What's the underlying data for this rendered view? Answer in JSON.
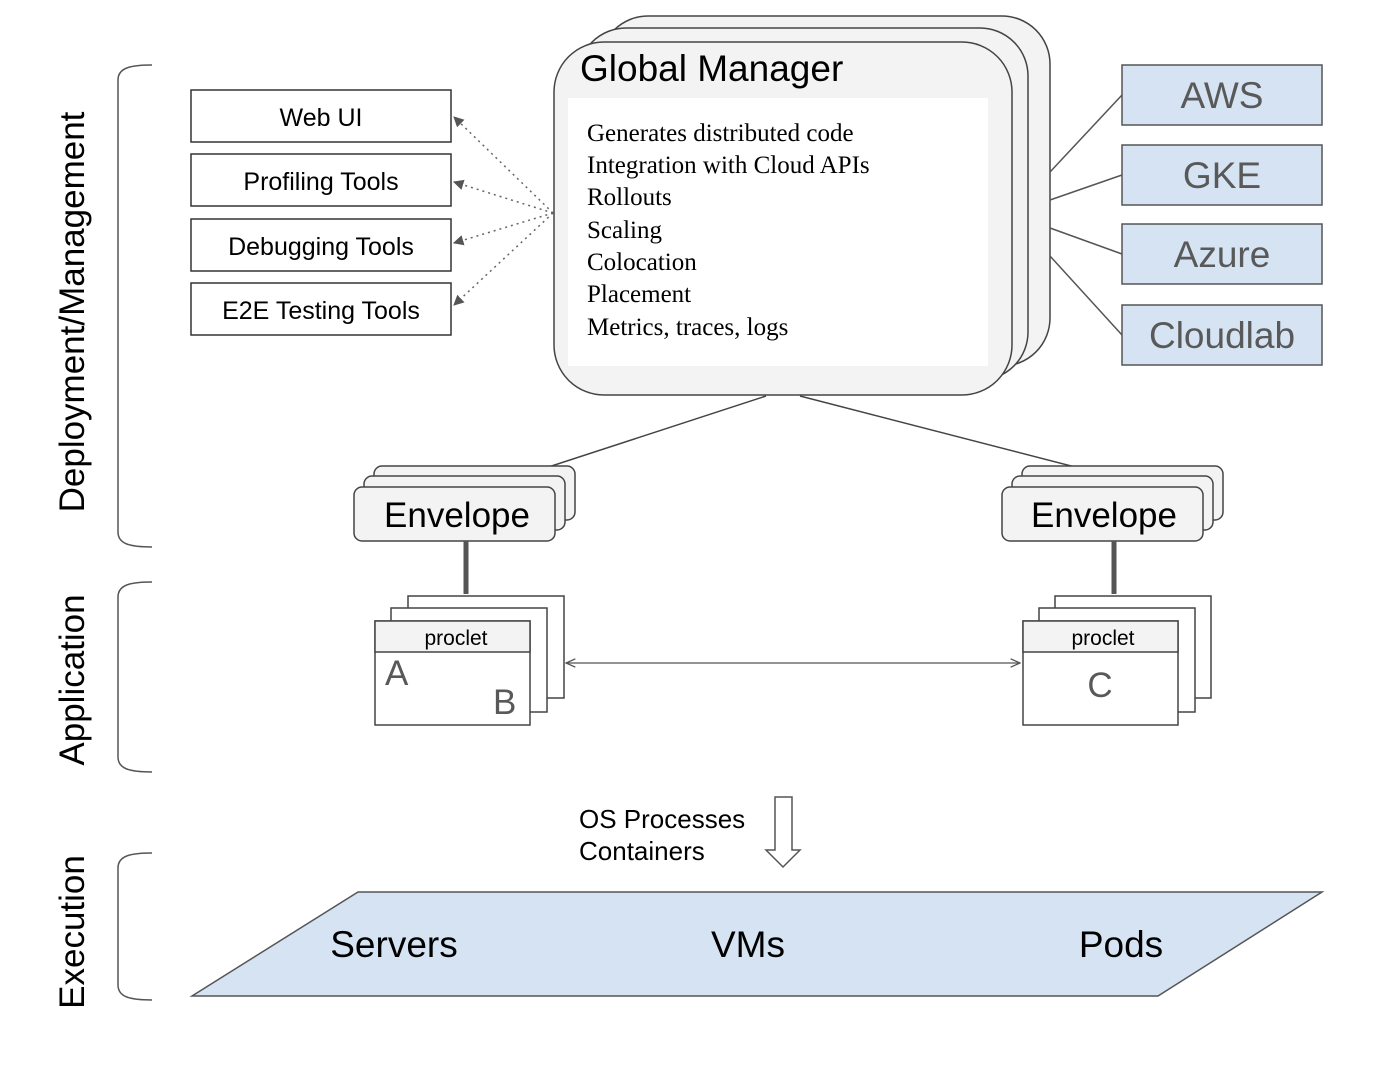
{
  "layers": {
    "deployment": "Deployment/Management",
    "application": "Application",
    "execution": "Execution"
  },
  "tools": [
    "Web UI",
    "Profiling Tools",
    "Debugging Tools",
    "E2E Testing Tools"
  ],
  "global_manager": {
    "title": "Global Manager",
    "features": [
      "Generates distributed code",
      "Integration with Cloud APIs",
      "Rollouts",
      "Scaling",
      "Colocation",
      "Placement",
      "Metrics, traces, logs"
    ]
  },
  "clouds": [
    "AWS",
    "GKE",
    "Azure",
    "Cloudlab"
  ],
  "envelope_label": "Envelope",
  "proclet_label": "proclet",
  "components": {
    "left_a": "A",
    "left_b": "B",
    "right_c": "C"
  },
  "deploy_note": {
    "line1": "OS Processes",
    "line2": "Containers"
  },
  "execution_targets": [
    "Servers",
    "VMs",
    "Pods"
  ],
  "colors": {
    "cloud_fill": "#d5e3f3",
    "platform_fill": "#d5e3f3",
    "box_fill": "#f3f3f3",
    "stroke": "#555555"
  }
}
